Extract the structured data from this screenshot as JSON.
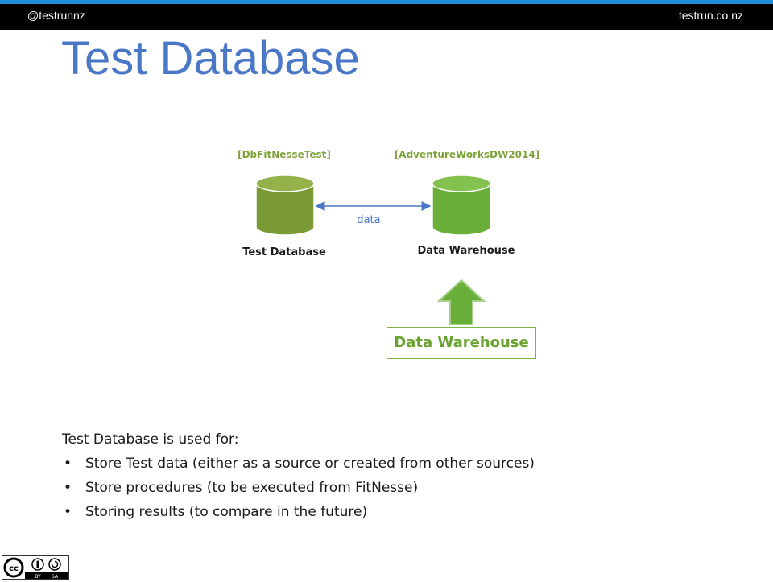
{
  "header": {
    "handle": "@testrunnz",
    "site": "testrun.co.nz"
  },
  "page_title": "Test Database",
  "diagram": {
    "left_db": {
      "bracket_label": "[DbFitNesseTest]",
      "name": "Test Database",
      "color": "#7a9a35"
    },
    "right_db": {
      "bracket_label": "[AdventureWorksDW2014]",
      "name": "Data Warehouse",
      "color": "#6aae3a"
    },
    "connector_label": "data",
    "arrow_color": "#6aae3a",
    "source_box_label": "Data Warehouse"
  },
  "body": {
    "intro": "Test Database is used for:",
    "bullets": [
      "Store Test data (either as a source or created from other sources)",
      "Store procedures (to be executed from FitNesse)",
      "Storing results (to compare in the future)"
    ]
  },
  "license": {
    "badge": "cc",
    "labels": [
      "BY",
      "SA"
    ]
  }
}
